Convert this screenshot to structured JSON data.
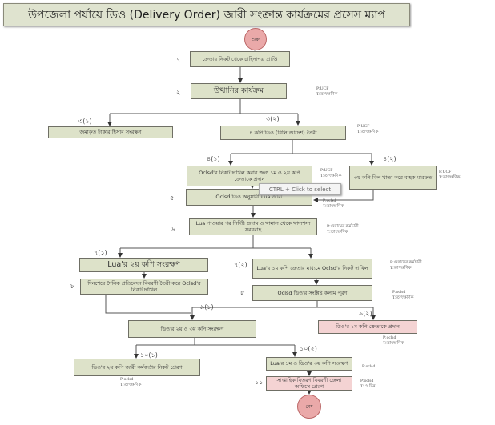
{
  "title": "উপজেলা পর্যায়ে ডিও (Delivery Order) জারী সংক্রান্ত কার্যক্রমের প্রসেস ম্যাপ",
  "start": "শুরু",
  "end": "শেষ",
  "tooltip": "CTRL + Click to select",
  "steps": {
    "s1": {
      "num": "১",
      "text": "ক্রেতার নিকট থেকে চাহিদাপত্র প্রাপ্তি"
    },
    "s2": {
      "num": "২",
      "text": "উত্থানির কার্যক্রম",
      "p": "P:UCF",
      "t": "T:তাৎক্ষণিক"
    },
    "s3_1": {
      "num": "৩(১)",
      "text": "জমাকৃত টাকার হিসাব সংরক্ষণ"
    },
    "s3_2": {
      "num": "৩(২)",
      "text": "৪ কপি ডিও (বিলি আদেশ) তৈরী",
      "p": "P:UCF",
      "t": "T:তাৎক্ষণিক"
    },
    "s4_1": {
      "num": "৪(১)",
      "text": "Oclsd'র নিকট দাখিল করার জন্য ১ম ও ২য় কপি ক্রেতাকে প্রদান",
      "p": "P:UCF",
      "t": "T:তাৎক্ষণিক"
    },
    "s4_2": {
      "num": "৪(২)",
      "text": "৩য় কপি বিল খাতা করে বাহক মারফত",
      "p": "P:UCF",
      "t": "T:তাৎক্ষণিক"
    },
    "s5": {
      "num": "৫",
      "text": "Oclsd ডিও অনুযায়ী Lua জারী",
      "p": "P:oclsd",
      "t": "T:তাৎক্ষণিক"
    },
    "s6": {
      "num": "৬",
      "text": "Lua পাওয়ার পর নির্দিষ্ট গুদাম ও খামাল থেকে খাদ্যশস্য সরবরাহ",
      "p": "P:গুদামের কর্মচারী",
      "t": "T:তাৎক্ষণিক"
    },
    "s7_1": {
      "num": "৭(১)",
      "text": "Lua'র ২য় কপি সংরক্ষণ"
    },
    "s7_2": {
      "num": "৭(২)",
      "text": "Lua'র ১ম কপি ক্রেতার মাধ্যমে Oclsd'র নিকট দাখিল",
      "p": "P:গুদামের কর্মচারী",
      "t": "T:তাৎক্ষণিক"
    },
    "s8_left": {
      "num": "৮",
      "text": "দিনশেষে দৈনিক প্রতিবেদন বিবরণী তৈরী করে Oclsd'র নিকট দাখিল"
    },
    "s8_right": {
      "num": "৮",
      "text": "Oclsd ডিও'র সংশ্লিষ্ট কলাম পূরণ",
      "p": "P:oclsd",
      "t": "T:তাৎক্ষণিক"
    },
    "s9_1": {
      "num": "৯(১)",
      "text": "ডিও'র ২য় ও ৩য় কপি সংরক্ষণ"
    },
    "s9_2": {
      "num": "৯(২)",
      "text": "ডিও'র ১ম কপি ক্রেতাকে প্রদান",
      "p": "P:oclsd",
      "t": "T:তাৎক্ষণিক"
    },
    "s10_1": {
      "num": "১০(১)",
      "text": "ডিও'র ২য় কপি জারী কর্মকর্তার নিকট প্রেরণ",
      "p": "P:oclsd",
      "t": "T:তাৎক্ষণিক"
    },
    "s10_2": {
      "num": "১০(২)",
      "text": "Lua'র ১ম ও ডিও'র ৩য় কপি সংরক্ষণ",
      "p": "P:oclsd"
    },
    "s11": {
      "num": "১১",
      "text": "সাপ্তাহিক বিতরণ বিবরণী জেলা অফিসে প্রেরণ",
      "p": "P:oclsd",
      "t": "T: ৭ দিন"
    }
  },
  "colors": {
    "process": "#dde2c9",
    "highlight": "#f4d3d3",
    "terminal": "#eaa9a9"
  }
}
